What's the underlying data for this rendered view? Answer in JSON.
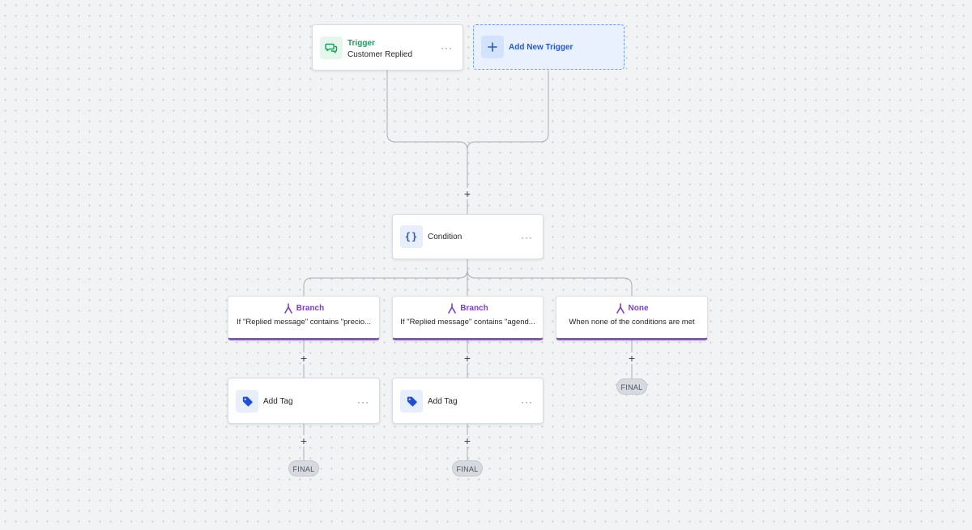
{
  "trigger": {
    "kind": "Trigger",
    "label": "Customer Replied",
    "icon": "chat-bubbles-icon",
    "more": "···"
  },
  "add_trigger": {
    "label": "Add New Trigger",
    "icon": "plus-icon"
  },
  "condition": {
    "label": "Condition",
    "icon": "curly-braces-icon",
    "icon_text": "{}",
    "more": "···"
  },
  "branches": [
    {
      "kind": "Branch",
      "description": "If \"Replied message\" contains \"precio...",
      "icon": "branch-fork-icon"
    },
    {
      "kind": "Branch",
      "description": "If \"Replied message\" contains \"agend...",
      "icon": "branch-fork-icon"
    },
    {
      "kind": "None",
      "description": "When none of the conditions are met",
      "icon": "branch-fork-icon"
    }
  ],
  "actions": [
    {
      "label": "Add Tag",
      "icon": "tag-icon",
      "more": "···"
    },
    {
      "label": "Add Tag",
      "icon": "tag-icon",
      "more": "···"
    }
  ],
  "plus_symbol": "+",
  "final_label": "FINAL",
  "colors": {
    "trigger_green": "#15a05a",
    "branch_purple": "#8b4fd6",
    "accent_blue": "#2859c5",
    "tag_blue": "#1d4fd8"
  }
}
